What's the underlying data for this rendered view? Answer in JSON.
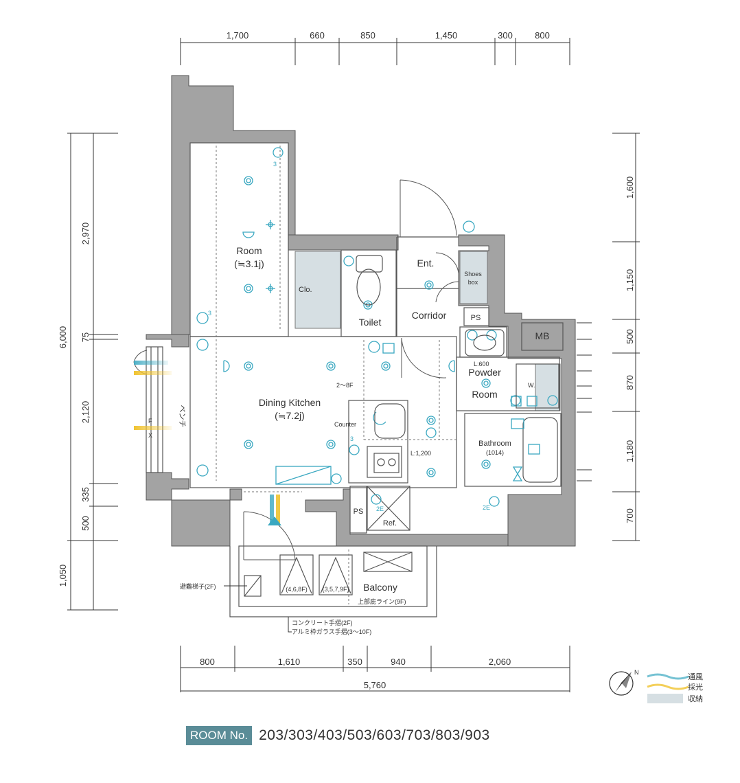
{
  "dims": {
    "top": [
      "1,700",
      "660",
      "850",
      "1,450",
      "300",
      "800"
    ],
    "bottom": [
      "800",
      "1,610",
      "350",
      "940",
      "2,060"
    ],
    "bottom_total": "5,760",
    "left_total": "6,000",
    "left": [
      "2,970",
      "75",
      "2,120",
      "335",
      "500",
      "1,050"
    ],
    "right": [
      "1,600",
      "1,150",
      "500",
      "870",
      "1,180",
      "700"
    ]
  },
  "rooms": {
    "room": "Room",
    "room_size": "(≒3.1j)",
    "clo": "Clo.",
    "toilet": "Toilet",
    "ent": "Ent.",
    "shoes_box_1": "Shoes",
    "shoes_box_2": "box",
    "corridor": "Corridor",
    "ps_top": "PS",
    "mb": "MB",
    "dining": "Dining Kitchen",
    "dining_size": "(≒7.2j)",
    "floors_2_8": "2～8F",
    "counter": "Counter",
    "l1200": "L:1,200",
    "l600": "L:600",
    "powder_1": "Powder",
    "powder_2": "Room",
    "wm": "W.",
    "bathroom": "Bathroom",
    "bathroom_size": "(1014)",
    "ref": "Ref.",
    "ps_bottom": "PS",
    "bench": "ベンチ",
    "fix": "F\nI\nX",
    "balcony": "Balcony",
    "escape": "避難梯子(2F)",
    "eave": "上部庇ライン(9F)",
    "rail1": "コンクリート手摺(2F)",
    "rail2": "アルミ枠ガラス手摺(3～10F)",
    "unit_a": "(4,6,8F)",
    "unit_b": "(3,5,7,9F)",
    "small_2e": "2E",
    "small_3": "3"
  },
  "legend": {
    "ventilation": "通風",
    "daylight": "採光",
    "storage": "収納"
  },
  "room_no": {
    "label": "ROOM No.",
    "numbers": "203/303/403/503/603/703/803/903"
  },
  "colors": {
    "wall": "#a3a3a3",
    "accent": "#3aa8c1",
    "storage": "#d6dfe3",
    "light": "#f0c330",
    "line": "#555555"
  }
}
